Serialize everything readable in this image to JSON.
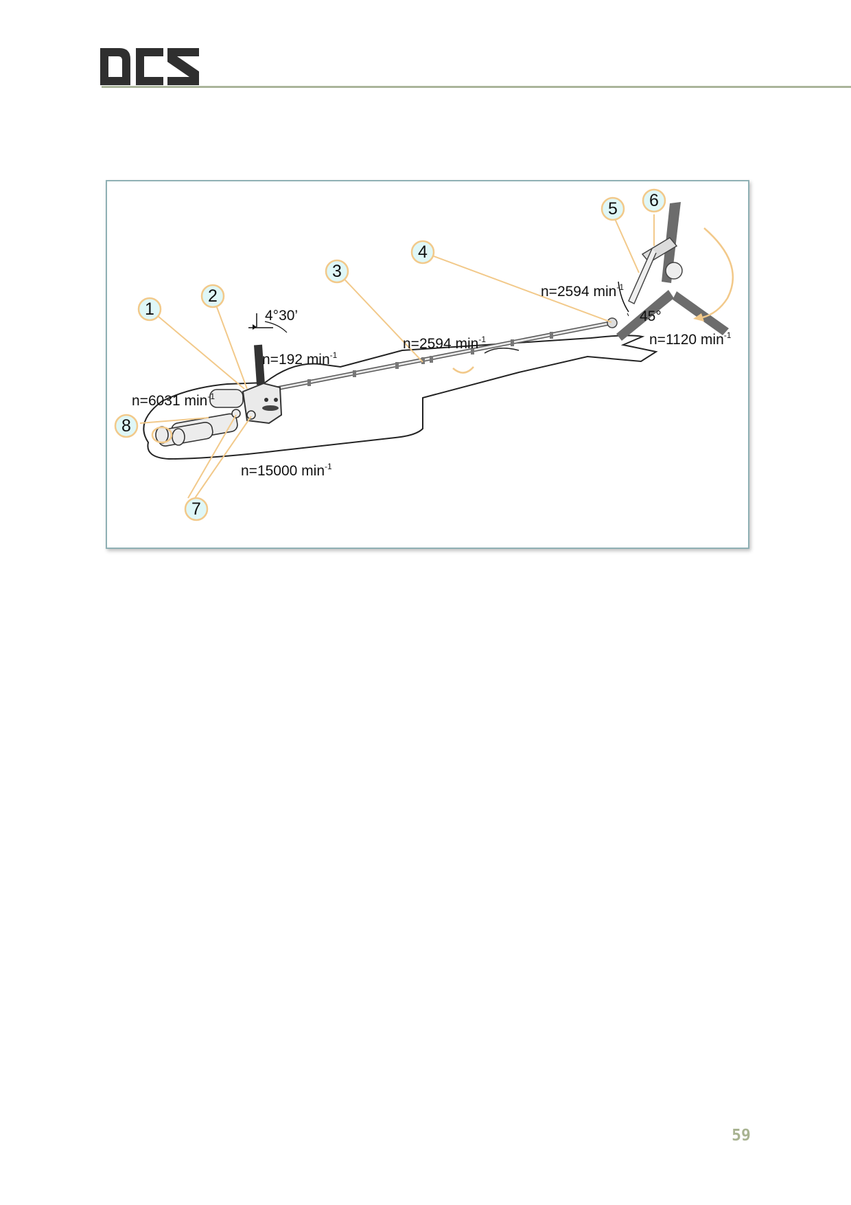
{
  "header": {
    "logo_text": "DCS",
    "logo_color": "#2f2f2f",
    "rule_color": "#aab59a"
  },
  "figure": {
    "frame_color": "#8fb0b4",
    "leader_color": "#f2c98a",
    "callout_fill": "#dff7f7",
    "callouts": [
      {
        "label": "1"
      },
      {
        "label": "2"
      },
      {
        "label": "3"
      },
      {
        "label": "4"
      },
      {
        "label": "5"
      },
      {
        "label": "6"
      },
      {
        "label": "7"
      },
      {
        "label": "8"
      }
    ],
    "annotations": {
      "angle_mast": "4°30’",
      "rotor_speed": "n=192 min",
      "engine_speed": "n=6031 min",
      "apu_speed": "n=15000 min",
      "shaft_speed": "n=2594 min",
      "tail_shaft_speed": "n=2594 min",
      "angle_tail": "45°",
      "tail_rotor_speed": "n=1120 min",
      "exponent": "-1"
    }
  },
  "footer": {
    "page_number": "59"
  }
}
